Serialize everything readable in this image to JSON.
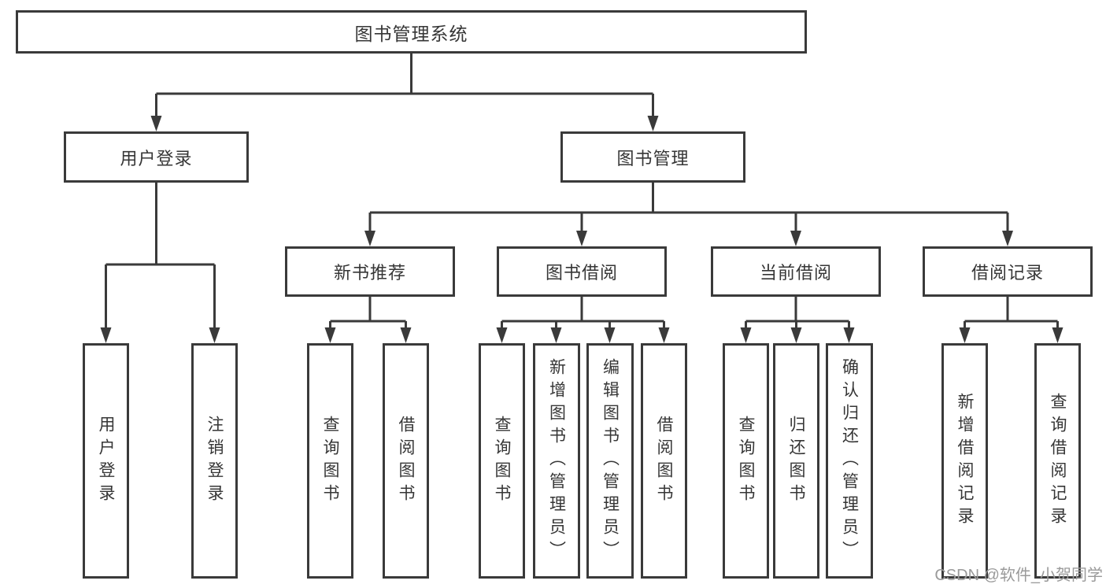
{
  "diagram": {
    "root": "图书管理系统",
    "level2": {
      "user_login": "用户登录",
      "book_mgmt": "图书管理"
    },
    "level3": {
      "new_books": "新书推荐",
      "book_borrow": "图书借阅",
      "current_borrow": "当前借阅",
      "borrow_records": "借阅记录"
    },
    "leaves": {
      "user_login": "用户登录",
      "logout": "注销登录",
      "nb_query": "查询图书",
      "nb_borrow": "借阅图书",
      "bb_query": "查询图书",
      "bb_add": "新增图书（管理员）",
      "bb_edit": "编辑图书（管理员）",
      "bb_borrow": "借阅图书",
      "cb_query": "查询图书",
      "cb_return": "归还图书",
      "cb_confirm": "确认归还（管理员）",
      "br_add": "新增借阅记录",
      "br_query": "查询借阅记录"
    }
  },
  "watermark": "CSDN @软件_小贺同学",
  "colors": {
    "line": "#3a3a3a",
    "text": "#363636",
    "watermark": "#9a9a9a"
  }
}
